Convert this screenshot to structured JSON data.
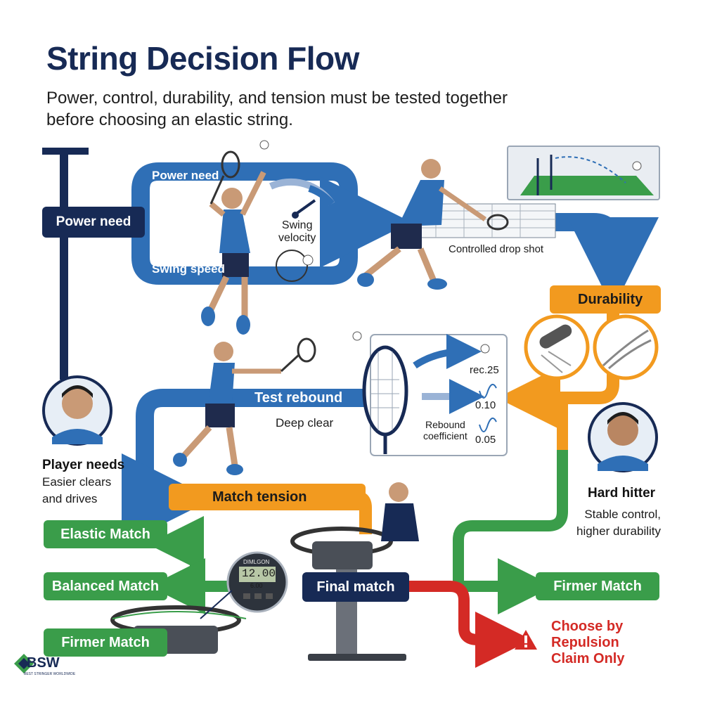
{
  "header": {
    "title": "String Decision Flow",
    "subtitle_line1": "Power, control, durability, and tension must be tested together",
    "subtitle_line2": "before choosing an elastic string."
  },
  "flow": {
    "power_need_box": "Power need",
    "power_need_loop": "Power need",
    "swing_speed": "Swing speed",
    "swing_velocity_line1": "Swing",
    "swing_velocity_line2": "velocity",
    "controlled_drop_shot": "Controlled drop shot",
    "durability": "Durability",
    "test_rebound": "Test rebound",
    "deep_clear": "Deep clear",
    "rebound_line1": "Rebound",
    "rebound_line2": "coefficient",
    "rebound_values": [
      "rec.25",
      "0.10",
      "0.05"
    ],
    "player_needs_title": "Player needs",
    "player_needs_line1": "Easier clears",
    "player_needs_line2": "and drives",
    "hard_hitter_title": "Hard hitter",
    "hard_hitter_line1": "Stable control,",
    "hard_hitter_line2": "higher durability",
    "match_tension": "Match tension",
    "final_match": "Final match",
    "outcomes": {
      "elastic": "Elastic Match",
      "balanced": "Balanced Match",
      "firmer_left": "Firmer Match",
      "firmer_right": "Firmer Match"
    },
    "repulsion_line1": "Choose by",
    "repulsion_line2": "Repulsion",
    "repulsion_line3": "Claim Only",
    "gauge_header": "DIMLGON",
    "gauge_value": "12.00",
    "gauge_sub": "6.00"
  },
  "logo": {
    "mark": "BSW",
    "tagline": "BEST STRINGER WORLDWIDE"
  },
  "colors": {
    "navy": "#172a55",
    "blue": "#2f6fb6",
    "orange": "#f29a1f",
    "green": "#3a9d4a",
    "red": "#d42a25"
  }
}
